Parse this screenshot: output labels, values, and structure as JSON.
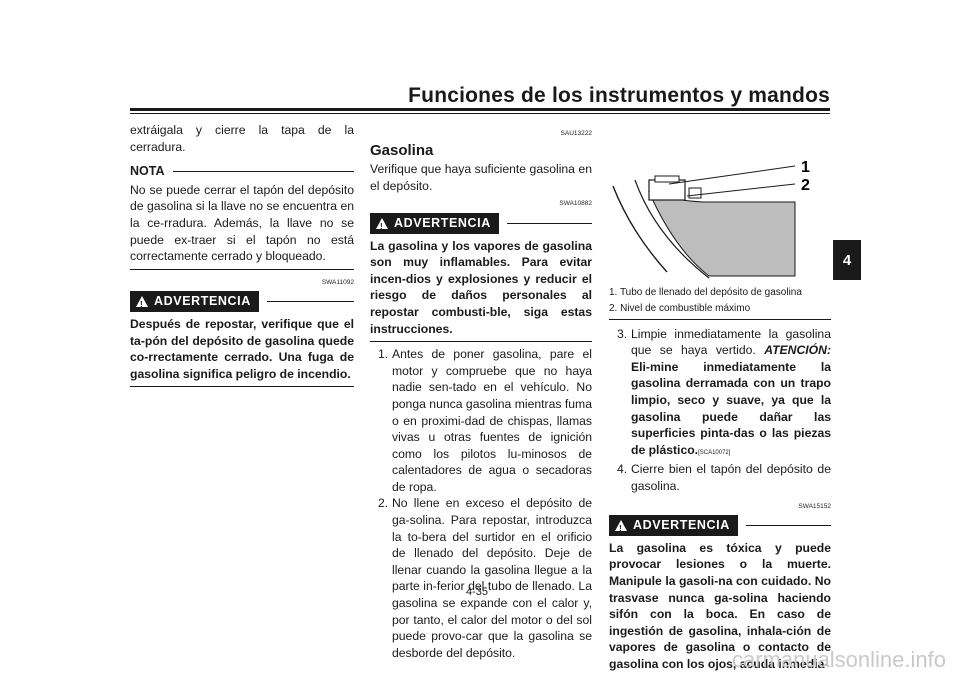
{
  "header": {
    "title": "Funciones de los instrumentos y mandos"
  },
  "chapter_tab": "4",
  "page_number": "4-35",
  "left_col": {
    "intro": "extráigala y cierre la tapa de la cerradura.",
    "nota_label": "NOTA",
    "nota_text": "No se puede cerrar el tapón del depósito de gasolina si la llave no se encuentra en la ce-rradura. Además, la llave no se puede ex-traer si el tapón no está correctamente cerrado y bloqueado.",
    "warn_code": "SWA11092",
    "warn_label": "ADVERTENCIA",
    "warn_text": "Después de repostar, verifique que el ta-pón del depósito de gasolina quede co-rrectamente cerrado. Una fuga de gasolina significa peligro de incendio."
  },
  "mid_col": {
    "section_code": "SAU13222",
    "section_title": "Gasolina",
    "intro": "Verifique que haya suficiente gasolina en el depósito.",
    "warn_code": "SWA10882",
    "warn_label": "ADVERTENCIA",
    "warn_text": "La gasolina y los vapores de gasolina son muy inflamables. Para evitar incen-dios y explosiones y reducir el riesgo de daños personales al repostar combusti-ble, siga estas instrucciones.",
    "steps": [
      {
        "num": "1.",
        "text": "Antes de poner gasolina, pare el motor y compruebe que no haya nadie sen-tado en el vehículo. No ponga nunca gasolina mientras fuma o en proximi-dad de chispas, llamas vivas u otras fuentes de ignición como los pilotos lu-minosos de calentadores de agua o secadoras de ropa."
      },
      {
        "num": "2.",
        "text": "No llene en exceso el depósito de ga-solina. Para repostar, introduzca la to-bera del surtidor en el orificio de llenado del depósito. Deje de llenar cuando la gasolina llegue a la parte in-ferior del tubo de llenado. La gasolina se expande con el calor y, por tanto, el calor del motor o del sol puede provo-car que la gasolina se desborde del depósito."
      }
    ]
  },
  "right_col": {
    "figure_labels": [
      "1",
      "2"
    ],
    "captions": [
      "1.  Tubo de llenado del depósito de gasolina",
      "2.  Nivel de combustible máximo"
    ],
    "step3_num": "3.",
    "step3_text": "Limpie inmediatamente la gasolina que se haya vertido.",
    "step3_atencion": "ATENCIÓN:",
    "step3_bold": "Eli-mine inmediatamente la gasolina derramada con un trapo limpio, seco y suave, ya que la gasolina puede dañar las superficies pinta-das o las piezas de plástico.",
    "step3_code": "[SCA10072]",
    "step4_num": "4.",
    "step4_text": "Cierre bien el tapón del depósito de gasolina.",
    "warn_code": "SWA15152",
    "warn_label": "ADVERTENCIA",
    "warn_text": "La gasolina es tóxica y puede provocar lesiones o la muerte. Manipule la gasoli-na con cuidado. No trasvase nunca ga-solina haciendo sifón con la boca. En caso de ingestión de gasolina, inhala-ción de vapores de gasolina o contacto de gasolina con los ojos, acuda inmedia-"
  },
  "footer": {
    "watermark": "carmanualsonline.info"
  }
}
